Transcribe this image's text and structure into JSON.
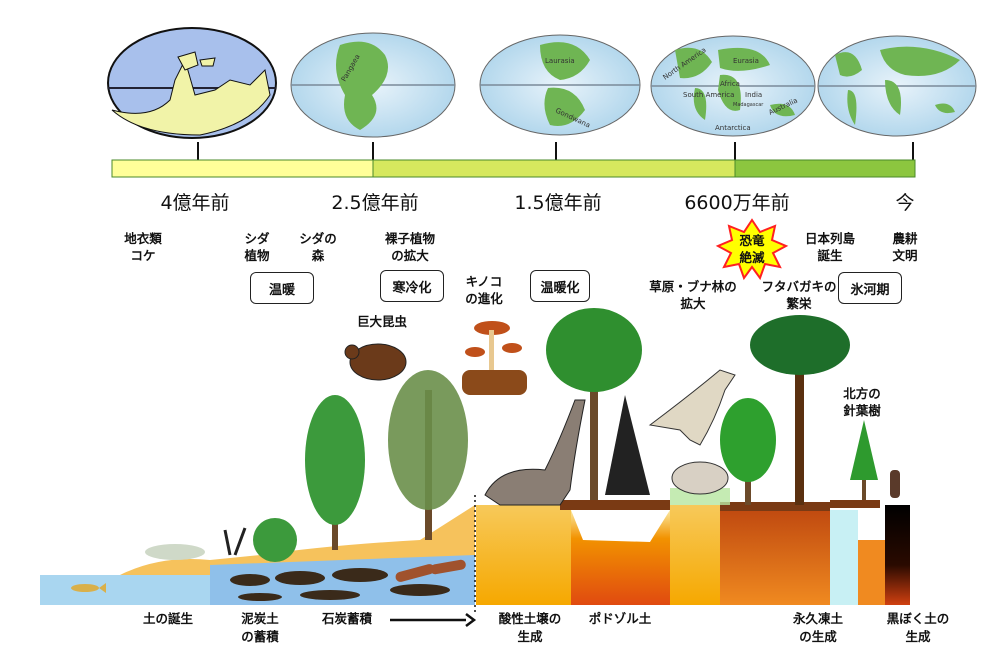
{
  "globes": [
    {
      "period": "4億年前",
      "labels": []
    },
    {
      "period": "2.5億年前",
      "labels": [
        "Pangaea"
      ]
    },
    {
      "period": "1.5億年前",
      "labels": [
        "Laurasia",
        "Gondwana"
      ]
    },
    {
      "period": "6600万年前",
      "labels": [
        "North America",
        "Eurasia",
        "Africa",
        "South America",
        "India",
        "Madagascar",
        "Australia",
        "Antarctica"
      ]
    },
    {
      "period": "今",
      "labels": []
    }
  ],
  "timeline": {
    "eras": [
      "4億年前",
      "2.5億年前",
      "1.5億年前",
      "6600万年前",
      "今"
    ],
    "colors": [
      "#ffff99",
      "#d6e85e",
      "#8cc63f"
    ]
  },
  "events": {
    "lichen": [
      "地衣類",
      "コケ"
    ],
    "fern": [
      "シダ",
      "植物"
    ],
    "fern_forest": [
      "シダの",
      "森"
    ],
    "gymnosperm": [
      "裸子植物",
      "の拡大"
    ],
    "giant_insects": "巨大昆虫",
    "mushroom": [
      "キノコ",
      "の進化"
    ],
    "grassland": [
      "草原・ブナ林の",
      "拡大"
    ],
    "dino_extinction": [
      "恐竜",
      "絶滅"
    ],
    "japan": [
      "日本列島",
      "誕生"
    ],
    "agriculture": [
      "農耕",
      "文明"
    ],
    "dipterocarp": [
      "フタバガキの",
      "繁栄"
    ],
    "conifer": [
      "北方の",
      "針葉樹"
    ]
  },
  "climate": {
    "warm1": "温暖",
    "cooling": "寒冷化",
    "warming": "温暖化",
    "ice_age": "氷河期"
  },
  "soils": {
    "birth": "土の誕生",
    "peat": [
      "泥炭土",
      "の蓄積"
    ],
    "coal": "石炭蓄積",
    "acid": [
      "酸性土壌の",
      "生成"
    ],
    "podzol": "ポドゾル土",
    "permafrost": [
      "永久凍土",
      "の生成"
    ],
    "andosol": [
      "黒ぼく土の",
      "生成"
    ]
  }
}
